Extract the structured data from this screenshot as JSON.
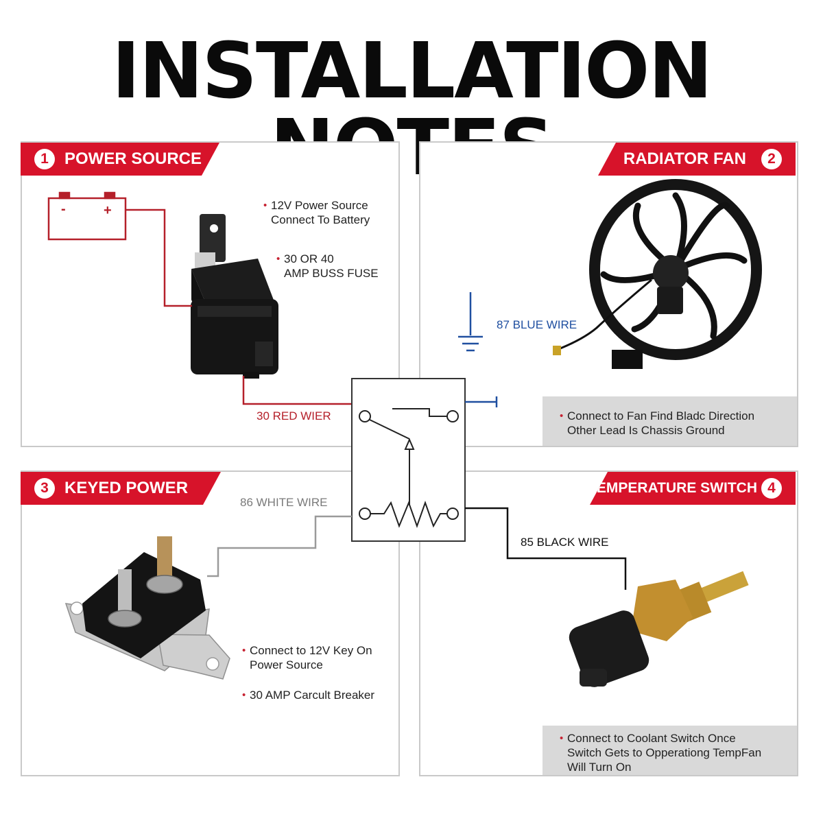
{
  "title": "INSTALLATION NOTES",
  "colors": {
    "accent": "#d7132a",
    "red_wire": "#b5202a",
    "blue_wire": "#1f4fa0",
    "black_wire": "#111111",
    "grey_wire": "#9a9a9a"
  },
  "panels": [
    {
      "number": "1",
      "label": "POWER SOURCE",
      "notes": [
        {
          "lines": [
            "12V Power Source",
            "Connect To Battery"
          ]
        },
        {
          "lines": [
            "30 OR 40",
            "AMP BUSS FUSE"
          ]
        }
      ]
    },
    {
      "number": "2",
      "label": "RADIATOR FAN",
      "notes": [
        {
          "lines": [
            "Connect to Fan Find Bladc Direction",
            "Other Lead Is Chassis Ground"
          ]
        }
      ]
    },
    {
      "number": "3",
      "label": "KEYED POWER",
      "notes": [
        {
          "lines": [
            "Connect to 12V Key On",
            "Power Source"
          ]
        },
        {
          "lines": [
            "30 AMP Carcult Breaker"
          ]
        }
      ]
    },
    {
      "number": "4",
      "label": "TEMPERATURE SWITCH",
      "notes": [
        {
          "lines": [
            "Connect to Coolant Switch Once",
            "Switch Gets to Opperationg TempFan",
            "Will Turn On"
          ]
        }
      ]
    }
  ],
  "wires": {
    "red": "30 RED WIER",
    "blue": "87 BLUE WIRE",
    "white": "86 WHITE WIRE",
    "black": "85 BLACK WIRE"
  },
  "battery": {
    "minus": "-",
    "plus": "+"
  }
}
